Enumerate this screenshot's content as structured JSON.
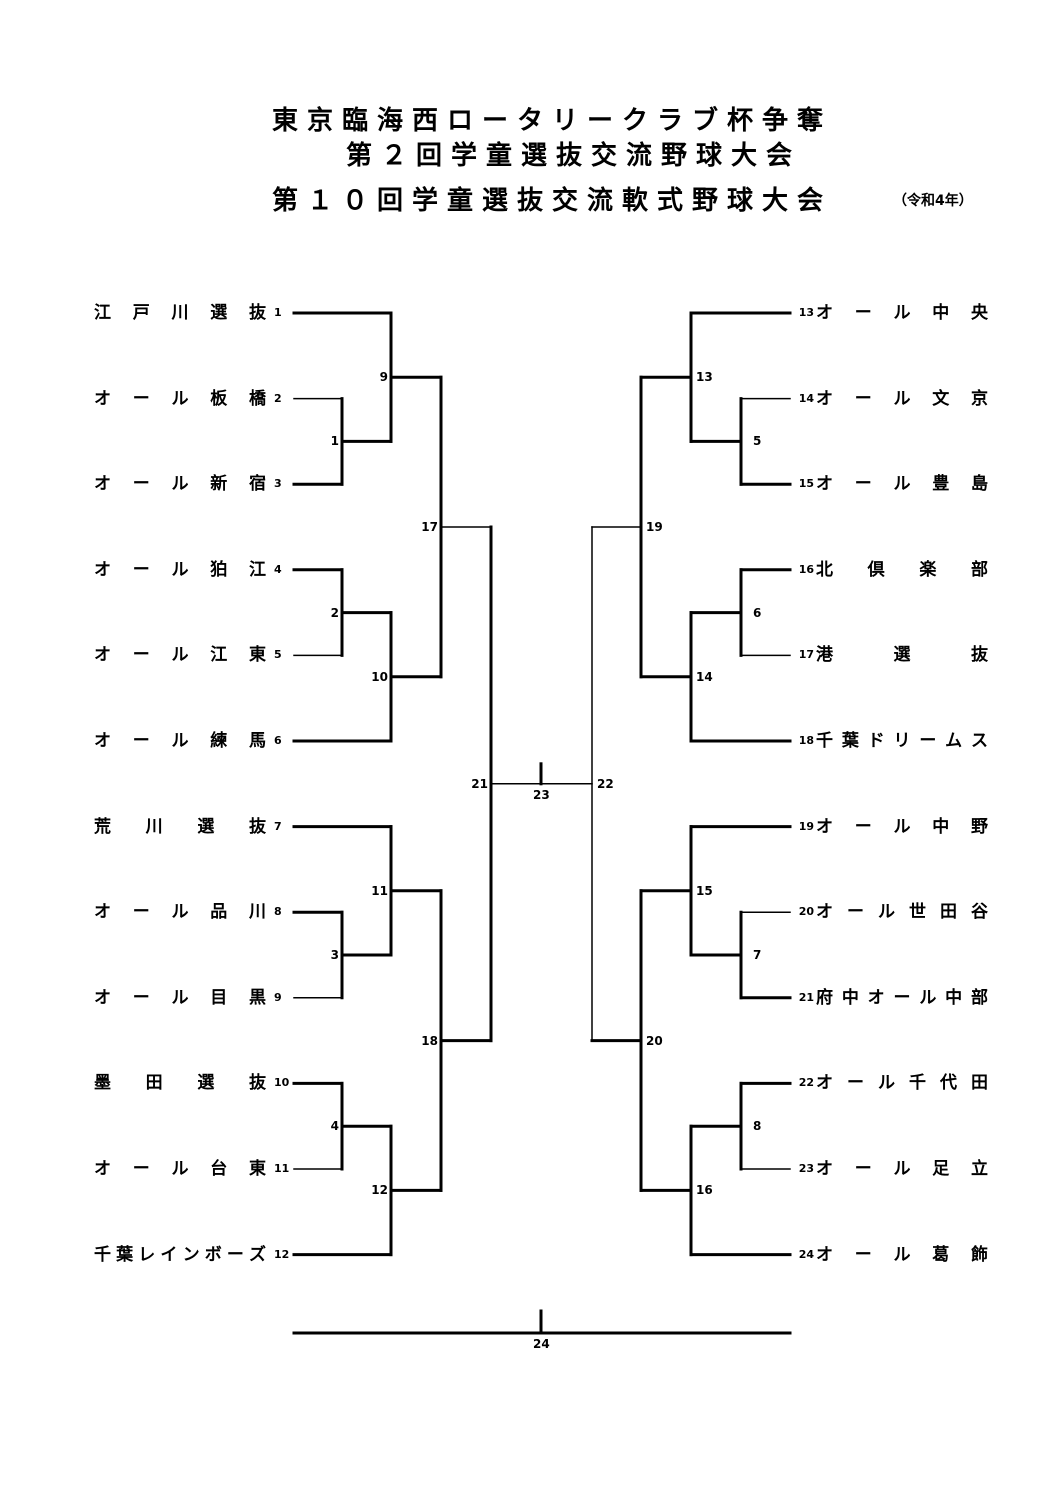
{
  "header": {
    "title_line1": "東京臨海西ロータリークラブ杯争奪",
    "title_line2": "第２回学童選抜交流野球大会",
    "title_line3": "第１０回学童選抜交流軟式野球大会",
    "era": "（令和4年）"
  },
  "teams_left": [
    {
      "seed": "1",
      "chars": [
        "江",
        "戸",
        "川",
        "選",
        "抜"
      ]
    },
    {
      "seed": "2",
      "chars": [
        "オ",
        "ー",
        "ル",
        "板",
        "橋"
      ]
    },
    {
      "seed": "3",
      "chars": [
        "オ",
        "ー",
        "ル",
        "新",
        "宿"
      ]
    },
    {
      "seed": "4",
      "chars": [
        "オ",
        "ー",
        "ル",
        "狛",
        "江"
      ]
    },
    {
      "seed": "5",
      "chars": [
        "オ",
        "ー",
        "ル",
        "江",
        "東"
      ]
    },
    {
      "seed": "6",
      "chars": [
        "オ",
        "ー",
        "ル",
        "練",
        "馬"
      ]
    },
    {
      "seed": "7",
      "chars": [
        "荒",
        "川",
        "選",
        "抜"
      ]
    },
    {
      "seed": "8",
      "chars": [
        "オ",
        "ー",
        "ル",
        "品",
        "川"
      ]
    },
    {
      "seed": "9",
      "chars": [
        "オ",
        "ー",
        "ル",
        "目",
        "黒"
      ]
    },
    {
      "seed": "10",
      "chars": [
        "墨",
        "田",
        "選",
        "抜"
      ]
    },
    {
      "seed": "11",
      "chars": [
        "オ",
        "ー",
        "ル",
        "台",
        "東"
      ]
    },
    {
      "seed": "12",
      "chars": [
        "千",
        "葉",
        "レ",
        "イ",
        "ン",
        "ボ",
        "ー",
        "ズ"
      ]
    }
  ],
  "teams_right": [
    {
      "seed": "13",
      "chars": [
        "オ",
        "ー",
        "ル",
        "中",
        "央"
      ]
    },
    {
      "seed": "14",
      "chars": [
        "オ",
        "ー",
        "ル",
        "文",
        "京"
      ]
    },
    {
      "seed": "15",
      "chars": [
        "オ",
        "ー",
        "ル",
        "豊",
        "島"
      ]
    },
    {
      "seed": "16",
      "chars": [
        "北",
        "倶",
        "楽",
        "部"
      ]
    },
    {
      "seed": "17",
      "chars": [
        "港",
        "選",
        "抜"
      ]
    },
    {
      "seed": "18",
      "chars": [
        "千",
        "葉",
        "ド",
        "リ",
        "ー",
        "ム",
        "ス"
      ]
    },
    {
      "seed": "19",
      "chars": [
        "オ",
        "ー",
        "ル",
        "中",
        "野"
      ]
    },
    {
      "seed": "20",
      "chars": [
        "オ",
        "ー",
        "ル",
        "世",
        "田",
        "谷"
      ]
    },
    {
      "seed": "21",
      "chars": [
        "府",
        "中",
        "オ",
        "ー",
        "ル",
        "中",
        "部"
      ]
    },
    {
      "seed": "22",
      "chars": [
        "オ",
        "ー",
        "ル",
        "千",
        "代",
        "田"
      ]
    },
    {
      "seed": "23",
      "chars": [
        "オ",
        "ー",
        "ル",
        "足",
        "立"
      ]
    },
    {
      "seed": "24",
      "chars": [
        "オ",
        "ー",
        "ル",
        "葛",
        "飾"
      ]
    }
  ],
  "matches": {
    "m1": "1",
    "m2": "2",
    "m3": "3",
    "m4": "4",
    "m5": "5",
    "m6": "6",
    "m7": "7",
    "m8": "8",
    "m9": "9",
    "m10": "10",
    "m11": "11",
    "m12": "12",
    "m13": "13",
    "m14": "14",
    "m15": "15",
    "m16": "16",
    "m17": "17",
    "m18": "18",
    "m19": "19",
    "m20": "20",
    "m21": "21",
    "m22": "22",
    "m23": "23",
    "m24": "24"
  },
  "results": {
    "winners_left_seeds": [
      "1",
      "3",
      "4",
      "6",
      "7",
      "8",
      "10",
      "12"
    ],
    "winners_right_seeds": [
      "13",
      "15",
      "16",
      "18",
      "19",
      "21",
      "22",
      "24"
    ],
    "notes": "thick lines indicate advancing path"
  }
}
